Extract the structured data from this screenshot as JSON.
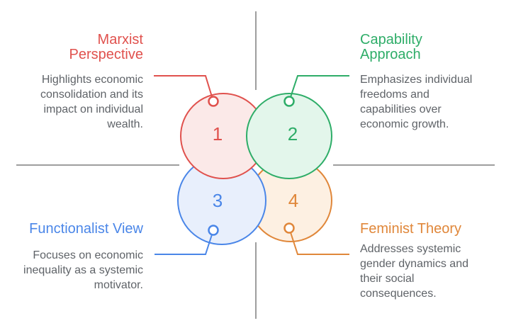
{
  "diagram": {
    "background_color": "#ffffff",
    "divider_color": "#9e9e9e",
    "description_text_color": "#5f6368",
    "anchor_fill": "#ffffff"
  },
  "sections": [
    {
      "id": "marxist-perspective",
      "number": "1",
      "title_lines": [
        "Marxist",
        "Perspective"
      ],
      "description_lines": [
        "Highlights economic",
        "consolidation and its",
        "impact on individual",
        "wealth."
      ],
      "accent_color": "#e0514d",
      "fill_color": "#fbe9e8"
    },
    {
      "id": "capability-approach",
      "number": "2",
      "title_lines": [
        "Capability",
        "Approach"
      ],
      "description_lines": [
        "Emphasizes individual",
        "freedoms and",
        "capabilities over",
        "economic growth."
      ],
      "accent_color": "#2ead68",
      "fill_color": "#e3f6eb"
    },
    {
      "id": "functionalist-view",
      "number": "3",
      "title_lines": [
        "Functionalist View"
      ],
      "description_lines": [
        "Focuses on economic",
        "inequality as a systemic",
        "motivator."
      ],
      "accent_color": "#4a86e8",
      "fill_color": "#e8effc"
    },
    {
      "id": "feminist-theory",
      "number": "4",
      "title_lines": [
        "Feminist Theory"
      ],
      "description_lines": [
        "Addresses systemic",
        "gender dynamics and",
        "their social",
        "consequences."
      ],
      "accent_color": "#e0873a",
      "fill_color": "#fdf0e2"
    }
  ]
}
